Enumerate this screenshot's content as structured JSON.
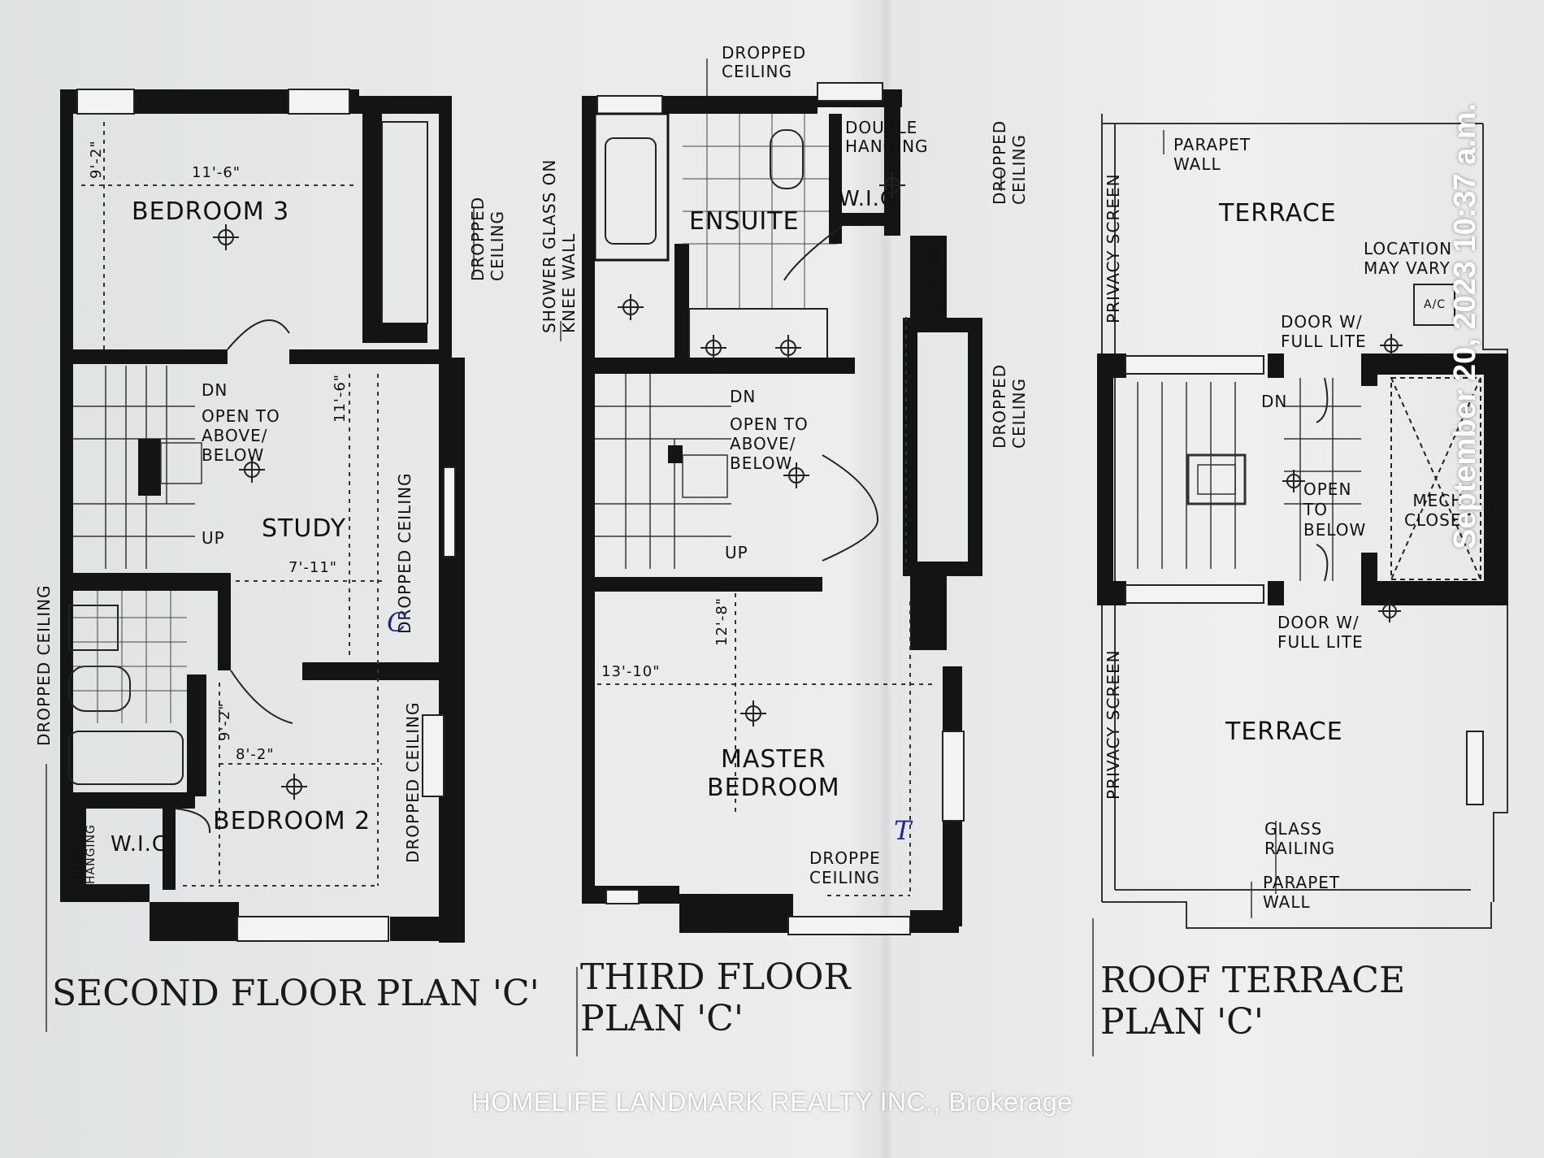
{
  "second_floor": {
    "title": "SECOND FLOOR PLAN 'C'",
    "rooms": {
      "bedroom3": "BEDROOM 3",
      "study": "STUDY",
      "bedroom2": "BEDROOM 2",
      "wic": "W.I.C."
    },
    "notes": {
      "dn": "DN",
      "up": "UP",
      "open_to": "OPEN TO\nABOVE/\nBELOW",
      "dropped_right_top": "DROPPED\nCEILING",
      "dropped_study": "DROPPED CEILING",
      "dropped_left": "DROPPED CEILING",
      "dropped_bed2": "DROPPED CEILING",
      "double_hanging": "DOUBLE\nHANGING",
      "handwritten": "C"
    },
    "dims": {
      "bed3_w": "11'-6\"",
      "bed3_h": "9'-2\"",
      "study_h": "11'-6\"",
      "study_w": "7'-11\"",
      "bed2_h": "9'-2\"",
      "bed2_w": "8'-2\""
    }
  },
  "third_floor": {
    "title": "THIRD FLOOR\nPLAN 'C'",
    "rooms": {
      "ensuite": "ENSUITE",
      "wic": "W.I.C.",
      "master": "MASTER\nBEDROOM"
    },
    "notes": {
      "dropped_top": "DROPPED\nCEILING",
      "double_hanging": "DOUBLE\nHANGING",
      "dropped_right_top": "DROPPED\nCEILING",
      "shower_glass": "SHOWER GLASS ON\nKNEE WALL",
      "shelves": "SHELVES",
      "dropped_right_mid": "DROPPED\nCEILING",
      "dn": "DN",
      "up": "UP",
      "open_to": "OPEN TO\nABOVE/\nBELOW",
      "dropped_bottom": "DROPPE\nCEILING",
      "handwritten": "T"
    },
    "dims": {
      "master_h": "12'-8\"",
      "master_w": "13'-10\""
    }
  },
  "roof_terrace": {
    "title": "ROOF TERRACE\nPLAN 'C'",
    "rooms": {
      "terrace_top": "TERRACE",
      "terrace_bottom": "TERRACE",
      "mech_closet": "MECH\nCLOSET"
    },
    "notes": {
      "parapet_top": "PARAPET\nWALL",
      "privacy_top": "PRIVACY SCREEN",
      "location": "LOCATION\nMAY VARY",
      "door_top": "DOOR W/\nFULL LITE",
      "dn": "DN",
      "open_to": "OPEN\nTO\nBELOW",
      "door_bottom": "DOOR W/\nFULL LITE",
      "privacy_bottom": "PRIVACY SCREEN",
      "glass_railing": "GLASS\nRAILING",
      "parapet_bottom": "PARAPET\nWALL",
      "ac": "A/C"
    }
  },
  "overlay": {
    "watermark": "HOMELIFE LANDMARK REALTY INC., Brokerage",
    "timestamp": "September 20, 2023 10:37 a.m."
  },
  "colors": {
    "paper": "#e9ebea",
    "wall": "#141414",
    "ink": "#111111",
    "overlay_text": "#ffffff"
  }
}
